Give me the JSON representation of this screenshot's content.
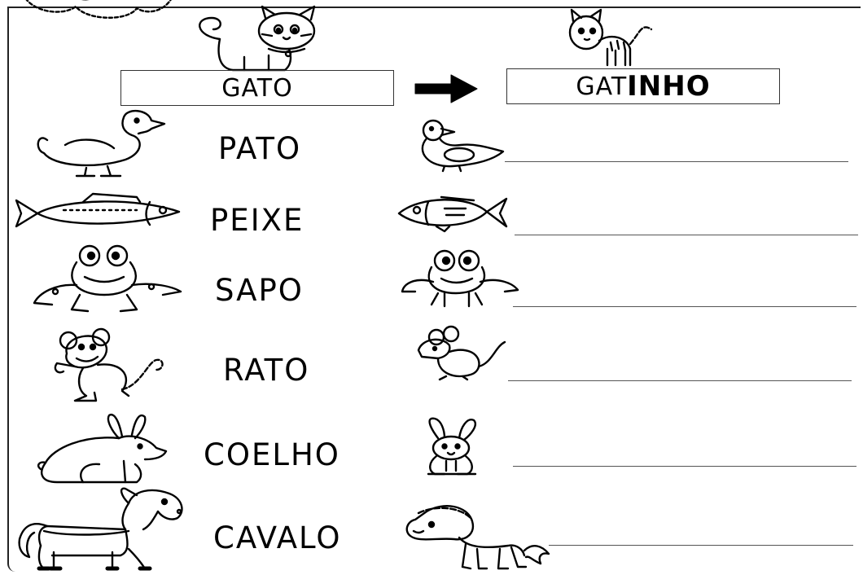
{
  "example": {
    "word": "GATO",
    "answer_root": "GAT",
    "answer_suffix": "INHO"
  },
  "animals": [
    {
      "word": "PATO"
    },
    {
      "word": "PEIXE"
    },
    {
      "word": "SAPO"
    },
    {
      "word": "RATO"
    },
    {
      "word": "COELHO"
    },
    {
      "word": "CAVALO"
    }
  ],
  "icons": [
    "cloud-icon",
    "cat-icon",
    "kitten-icon",
    "arrow-right-icon",
    "duck-icon",
    "duckling-icon",
    "fish-icon",
    "small-fish-icon",
    "frog-icon",
    "small-frog-icon",
    "mouse-icon",
    "small-mouse-icon",
    "rabbit-icon",
    "small-rabbit-icon",
    "horse-icon",
    "pony-icon"
  ]
}
